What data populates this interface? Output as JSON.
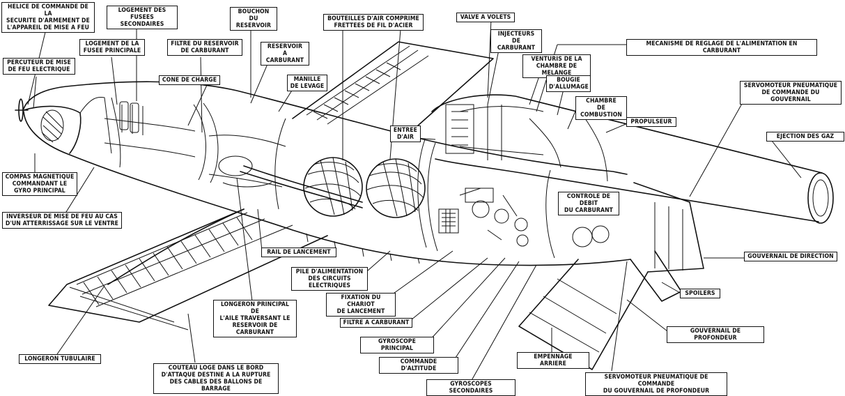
{
  "diagram": {
    "labels": {
      "helice_commande": "HELICE DE COMMANDE DE LA\nSECURITE D'ARMEMENT DE\nL'APPAREIL DE MISE A FEU",
      "logement_fusees_secondaires": "LOGEMENT DES\nFUSEES SECONDAIRES",
      "bouchon_reservoir": "BOUCHON DU\nRESERVOIR",
      "bouteilles_air": "BOUTEILLES D'AIR COMPRIME\nFRETTEES DE FIL D'ACIER",
      "valve_volets": "VALVE A VOLETS",
      "logement_fusee_principale": "LOGEMENT DE LA\nFUSEE PRINCIPALE",
      "filtre_reservoir": "FILTRE DU RESERVOIR\nDE CARBURANT",
      "injecteurs": "INJECTEURS\nDE CARBURANT",
      "mecanisme_reglage": "MECANISME DE REGLAGE DE L'ALIMENTATION EN CARBURANT",
      "reservoir_carburant": "RESERVOIR\nA CARBURANT",
      "venturis": "VENTURIS DE LA\nCHAMBRE DE MELANGE",
      "percuteur": "PERCUTEUR DE MISE\nDE FEU ELECTRIQUE",
      "cone_charge": "CONE DE CHARGE",
      "manille_levage": "MANILLE\nDE LEVAGE",
      "bougie_allumage": "BOUGIE\nD'ALLUMAGE",
      "servomoteur_gouvernail": "SERVOMOTEUR PNEUMATIQUE\nDE COMMANDE DU GOUVERNAIL",
      "chambre_combustion": "CHAMBRE\nDE\nCOMBUSTION",
      "propulseur": "PROPULSEUR",
      "entree_air": "ENTREE\nD'AIR",
      "ejection_gaz": "EJECTION DES GAZ",
      "compas_magnetique": "COMPAS MAGNETIQUE\nCOMMANDANT LE\nGYRO PRINCIPAL",
      "controle_debit": "CONTROLE DE DEBIT\nDU CARBURANT",
      "inverseur": "INVERSEUR DE MISE DE FEU AU CAS\nD'UN ATTERRISSAGE SUR LE VENTRE",
      "rail_lancement": "RAIL DE LANCEMENT",
      "gouvernail_direction": "GOUVERNAIL DE DIRECTION",
      "pile_alimentation": "PILE D'ALIMENTATION\nDES CIRCUITS ELECTRIQUES",
      "spoilers": "SPOILERS",
      "fixation_chariot": "FIXATION DU CHARIOT\nDE LANCEMENT",
      "longeron_principal": "LONGERON PRINCIPAL DE\nL'AILE TRAVERSANT LE\nRESERVOIR DE CARBURANT",
      "filtre_carburant": "FILTRE A CARBURANT",
      "gouvernail_profondeur": "GOUVERNAIL DE PROFONDEUR",
      "gyroscope_principal": "GYROSCOPE PRINCIPAL",
      "empennage_arriere": "EMPENNAGE ARRIERE",
      "longeron_tubulaire": "LONGERON TUBULAIRE",
      "commande_altitude": "COMMANDE D'ALTITUDE",
      "couteau": "COUTEAU LOGE DANS LE BORD\nD'ATTAQUE DESTINE A LA RUPTURE\nDES CABLES DES BALLONS DE BARRAGE",
      "servomoteur_profondeur": "SERVOMOTEUR PNEUMATIQUE DE COMMANDE\nDU GOUVERNAIL DE PROFONDEUR",
      "gyroscopes_secondaires": "GYROSCOPES SECONDAIRES"
    }
  }
}
